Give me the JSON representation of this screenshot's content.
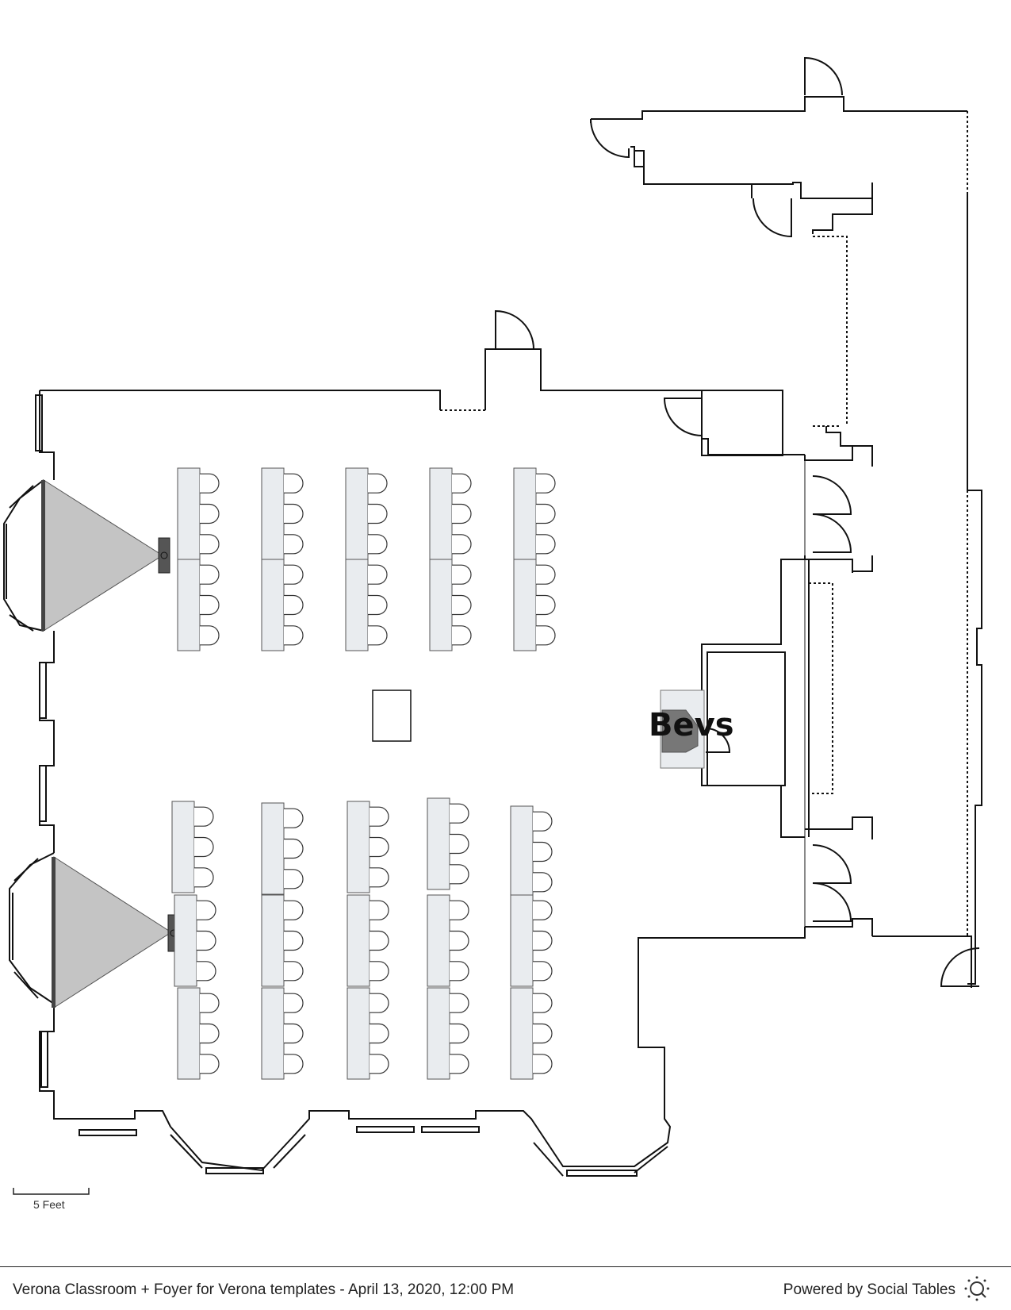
{
  "floorplan": {
    "station_label": "Bevs",
    "scale_label": "5 Feet"
  },
  "footer": {
    "title": "Verona Classroom + Foyer for Verona templates - April 13, 2020, 12:00 PM",
    "brand": "Powered by Social Tables"
  },
  "icons": {
    "brand": "social-tables-logo-icon"
  },
  "colors": {
    "table_fill": "#e9ecef",
    "projection_fill": "#c4c4c4",
    "projector_fill": "#555555",
    "wall_stroke": "#111111"
  }
}
